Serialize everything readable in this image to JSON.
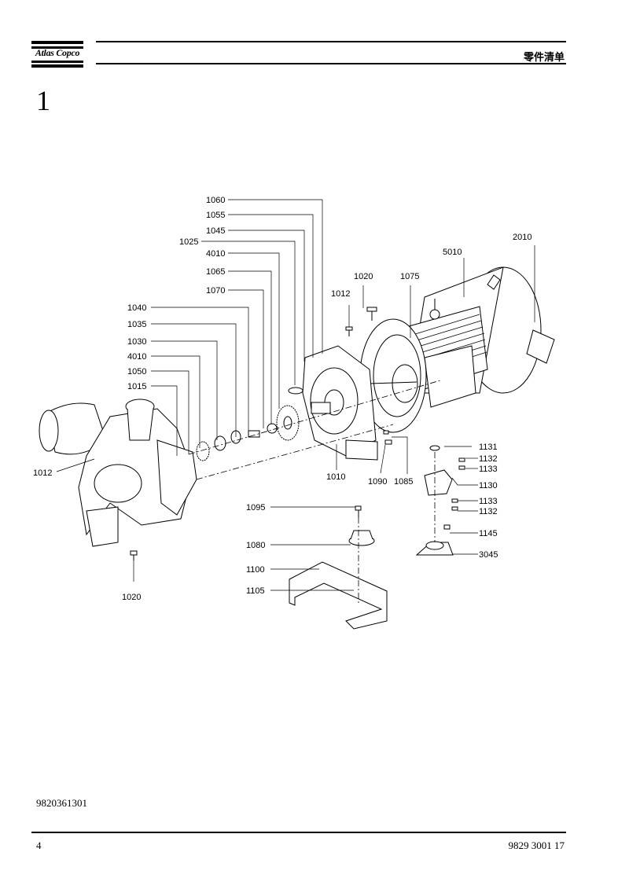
{
  "header": {
    "logo_text": "Atlas Copco",
    "title": "零件清单"
  },
  "section_number": "1",
  "footer": {
    "document_id": "9820361301",
    "page_number": "4",
    "reference": "9829 3001 17"
  },
  "part_labels": {
    "p1060": "1060",
    "p1055": "1055",
    "p1045": "1045",
    "p1025": "1025",
    "p4010a": "4010",
    "p1065": "1065",
    "p1070": "1070",
    "p1040": "1040",
    "p1035": "1035",
    "p1030": "1030",
    "p4010b": "4010",
    "p1050": "1050",
    "p1015": "1015",
    "p1012a": "1012",
    "p1012b": "1012",
    "p1020a": "1020",
    "p1020b": "1020",
    "p1075": "1075",
    "p5010": "5010",
    "p2010": "2010",
    "p1010": "1010",
    "p1090": "1090",
    "p1085": "1085",
    "p1131": "1131",
    "p1132a": "1132",
    "p1133a": "1133",
    "p1130": "1130",
    "p1133b": "1133",
    "p1132b": "1132",
    "p1145": "1145",
    "p3045": "3045",
    "p1095": "1095",
    "p1080": "1080",
    "p1100": "1100",
    "p1105": "1105"
  }
}
